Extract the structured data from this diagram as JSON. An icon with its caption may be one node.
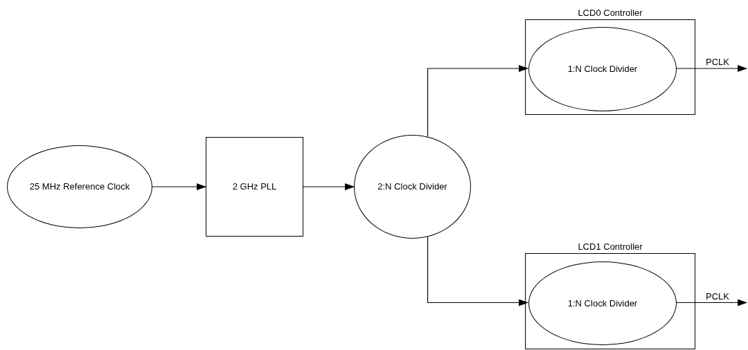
{
  "diagram": {
    "nodes": [
      {
        "text": [
          "25 MHz Reference Clock"
        ]
      },
      {
        "text": [
          "2 GHz PLL"
        ]
      },
      {
        "text": [
          "2:N Clock Divider"
        ]
      },
      {
        "text": [
          "LCD0 Controller"
        ]
      },
      {
        "text": [
          "1:N Clock Divider"
        ],
        "in": 3
      },
      {
        "text": [
          "LCD1 Controller"
        ]
      },
      {
        "text": [
          "1:N Clock Divider"
        ],
        "in": 5
      }
    ],
    "edges": [
      {
        "from": 0,
        "to": 1,
        "arrow": "to"
      },
      {
        "from": 1,
        "to": 2,
        "arrow": "to"
      },
      {
        "from": 2,
        "to": 4,
        "arrow": "to"
      },
      {
        "from": 2,
        "to": 6,
        "arrow": "to"
      },
      {
        "from": 4,
        "to": null,
        "arrow": "to",
        "label": "PCLK"
      },
      {
        "from": 6,
        "to": null,
        "arrow": "to",
        "label": "PCLK"
      }
    ]
  }
}
